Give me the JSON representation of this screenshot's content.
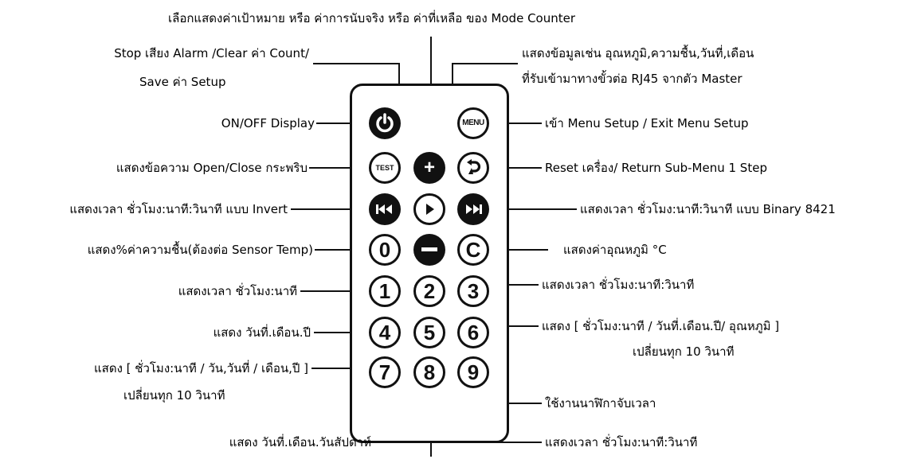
{
  "annotations": {
    "top": "เลือกแสดงค่าเป้าหมาย หรือ ค่าการนับจริง หรือ ค่าที่เหลือ ของ Mode Counter",
    "stop_line1": "Stop เสียง Alarm /Clear ค่า Count/",
    "stop_line2": "Save ค่า Setup",
    "data_line1": "แสดงข้อมูลเช่น อุณหภูมิ,ความชื้น,วันที่,เดือน",
    "data_line2": "ที่รับเข้ามาทางขั้วต่อ RJ45 จากตัว Master",
    "power": "ON/OFF Display",
    "menu": "เข้า Menu Setup / Exit Menu Setup",
    "test": "แสดงข้อความ Open/Close กระพริบ",
    "return": "Reset เครื่อง/ Return Sub-Menu 1 Step",
    "prev": "แสดงเวลา ชั่วโมง:นาที:วินาที แบบ Invert",
    "next": "แสดงเวลา ชั่วโมง:นาที:วินาที แบบ Binary 8421",
    "zero": "แสดง%ค่าความชื้น(ต้องต่อ Sensor Temp)",
    "c": "แสดงค่าอุณหภูมิ °C",
    "one": "แสดงเวลา ชั่วโมง:นาที",
    "three": "แสดงเวลา ชั่วโมง:นาที:วินาที",
    "four": "แสดง วันที่.เดือน.ปี",
    "six_line1": "แสดง [ ชั่วโมง:นาที / วันที่.เดือน.ปี/ อุณหภูมิ ]",
    "six_line2": "เปลี่ยนทุก 10 วินาที",
    "seven_line1": "แสดง [ ชั่วโมง:นาที / วัน,วันที่ / เดือน,ปี ]",
    "seven_line2": "เปลี่ยนทุก 10 วินาที",
    "nine": "ใช้งานนาฬิกาจับเวลา",
    "five": "แสดง วันที่.เดือน.วันสัปดาห์",
    "two": "แสดงเวลา ชั่วโมง:นาที:วินาที"
  },
  "buttons": {
    "power": "power-icon",
    "menu": "MENU",
    "test": "TEST",
    "plus": "+",
    "return": "return-icon",
    "play": "play-icon",
    "prev": "rewind-icon",
    "next": "fast-forward-icon",
    "zero": "0",
    "minus": "−",
    "c": "C",
    "one": "1",
    "two": "2",
    "three": "3",
    "four": "4",
    "five": "5",
    "six": "6",
    "seven": "7",
    "eight": "8",
    "nine": "9"
  }
}
